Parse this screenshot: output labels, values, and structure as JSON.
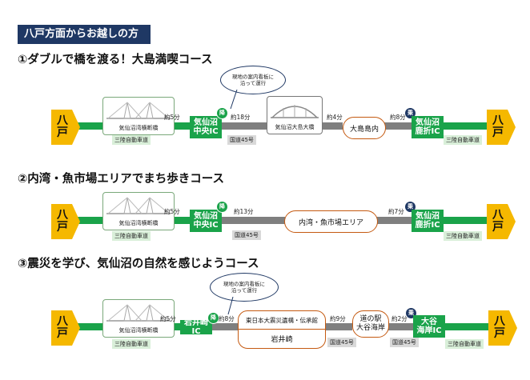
{
  "header": "八戸方面からお越しの方",
  "dest_label": "八\n戸",
  "badges": {
    "up": "降",
    "down": "乗"
  },
  "courses": [
    {
      "title": "①ダブルで橋を渡る！大島満喫コース",
      "bridge1": "気仙沼湾横断橋",
      "expwy": "三陸自動車道",
      "t1": "約5分",
      "ic1": "気仙沼\n中央IC",
      "t2": "約18分",
      "road1": "国道45号",
      "bubble": "現地の案内看板に\n沿って運行",
      "bridge2": "気仙沼大島大橋",
      "t3": "約4分",
      "spot": "大島島内",
      "t4": "約8分",
      "ic2": "気仙沼\n鹿折IC",
      "expwy2": "三陸自動車道"
    },
    {
      "title": "②内湾・魚市場エリアでまち歩きコース",
      "bridge1": "気仙沼湾横断橋",
      "expwy": "三陸自動車道",
      "t1": "約5分",
      "ic1": "気仙沼\n中央IC",
      "t2": "約13分",
      "road1": "国道45号",
      "spot": "内湾・魚市場エリア",
      "t3": "約7分",
      "ic2": "気仙沼\n鹿折IC",
      "expwy2": "三陸自動車道"
    },
    {
      "title": "③震災を学び、気仙沼の自然を感じようコース",
      "bridge1": "気仙沼湾横断橋",
      "expwy": "三陸自動車道",
      "t1": "約5分",
      "ic1": "岩井崎IC",
      "t2": "約8分",
      "bubble": "現地の案内看板に\n沿って運行",
      "spot_top": "東日本大震災遺構・伝承館",
      "spot_bottom": "岩井崎",
      "t3": "約9分",
      "road1": "国道45号",
      "station": "道の駅\n大谷海岸",
      "t4": "約2分",
      "road2": "国道45号",
      "ic2": "大谷\n海岸IC",
      "expwy2": "三陸自動車道"
    }
  ],
  "colors": {
    "green": "#1aa34a",
    "gray": "#7f7f7f",
    "navy": "#1f3864",
    "yellow": "#f5b800"
  }
}
